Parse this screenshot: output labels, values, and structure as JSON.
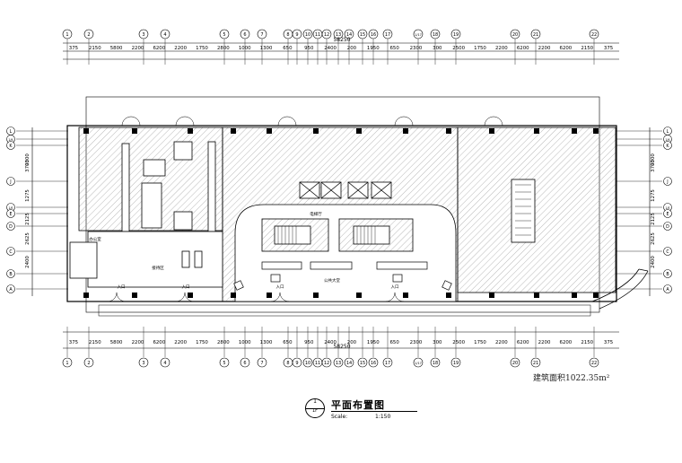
{
  "drawing": {
    "title": "平面布置图",
    "scale_label": "Scale:",
    "scale_value": "1:150",
    "symbol_number": "1",
    "symbol_sheet": "1F",
    "area_note": "建筑面积1022.35m²",
    "overall_dimension": "58250"
  },
  "grid_columns": [
    "1",
    "2",
    "3",
    "4",
    "5",
    "6",
    "7",
    "8",
    "9",
    "10",
    "11",
    "12",
    "13",
    "14",
    "15",
    "16",
    "17",
    "1/17",
    "18",
    "19",
    "20",
    "21",
    "22"
  ],
  "grid_rows": [
    "L",
    "1/K",
    "K",
    "J",
    "1/E",
    "E",
    "D",
    "C",
    "B",
    "A"
  ],
  "top_dimensions": [
    "375",
    "2150",
    "5800",
    "2200",
    "6200",
    "2200",
    "1750",
    "2800",
    "1000",
    "1300",
    "650",
    "950",
    "2400",
    "200",
    "1950",
    "650",
    "2300",
    "300",
    "2500",
    "1750",
    "2200",
    "6200",
    "2200",
    "6200",
    "2150",
    "375"
  ],
  "side_dimensions": [
    "3700",
    "2625",
    "2400",
    "9300",
    "1275",
    "2125"
  ],
  "room_labels": {
    "lobby": "公共大堂",
    "elevator_hall": "电梯厅",
    "reception": "接待区",
    "office": "办公室",
    "entrance": "入口"
  }
}
